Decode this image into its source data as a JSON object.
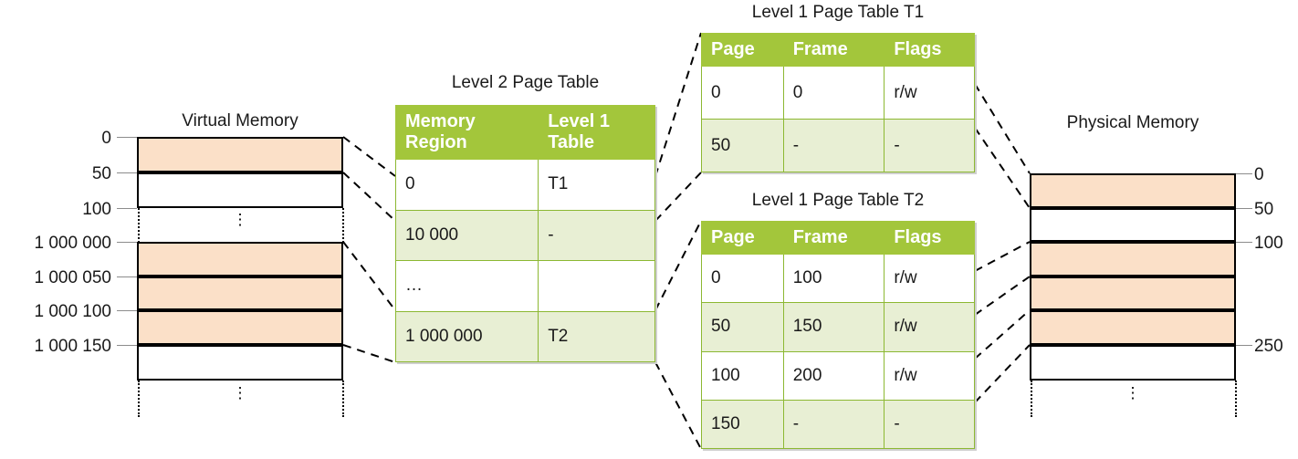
{
  "virtual_memory": {
    "title": "Virtual Memory",
    "ticks": [
      "0",
      "50",
      "100",
      "1 000 000",
      "1 000 050",
      "1 000 100",
      "1 000 150"
    ],
    "blocks": [
      {
        "label": "0-50",
        "filled": true
      },
      {
        "label": "50-100",
        "filled": false
      },
      {
        "label": "1000000-1000050",
        "filled": true
      },
      {
        "label": "1000050-1000100",
        "filled": true
      },
      {
        "label": "1000100-1000150",
        "filled": true
      },
      {
        "label": "1000150-end",
        "filled": false
      }
    ],
    "ellipsis": "⋮"
  },
  "physical_memory": {
    "title": "Physical Memory",
    "ticks": [
      "0",
      "50",
      "100",
      "250"
    ],
    "blocks": [
      {
        "label": "0-50",
        "filled": true
      },
      {
        "label": "50-100",
        "filled": false
      },
      {
        "label": "100-150",
        "filled": true
      },
      {
        "label": "150-200",
        "filled": true
      },
      {
        "label": "200-250",
        "filled": true
      },
      {
        "label": "250-end",
        "filled": false
      }
    ],
    "ellipsis": "⋮"
  },
  "level2_table": {
    "title": "Level 2 Page Table",
    "headers": [
      "Memory\nRegion",
      "Level 1\nTable"
    ],
    "header_line1": [
      "Memory",
      "Level 1"
    ],
    "header_line2": [
      "Region",
      "Table"
    ],
    "rows": [
      [
        "0",
        "T1"
      ],
      [
        "10 000",
        "-"
      ],
      [
        "…",
        ""
      ],
      [
        "1 000 000",
        "T2"
      ]
    ]
  },
  "level1_table_t1": {
    "title": "Level 1 Page Table T1",
    "headers": [
      "Page",
      "Frame",
      "Flags"
    ],
    "rows": [
      [
        "0",
        "0",
        "r/w"
      ],
      [
        "50",
        "-",
        "-"
      ]
    ]
  },
  "level1_table_t2": {
    "title": "Level 1 Page Table T2",
    "headers": [
      "Page",
      "Frame",
      "Flags"
    ],
    "rows": [
      [
        "0",
        "100",
        "r/w"
      ],
      [
        "50",
        "150",
        "r/w"
      ],
      [
        "100",
        "200",
        "r/w"
      ],
      [
        "150",
        "-",
        "-"
      ]
    ]
  },
  "colors": {
    "header_green": "#a3c63b",
    "row_alt_green": "#e8efd4",
    "memory_fill": "#fbe0c8",
    "border_green": "#8cb832",
    "text": "#1a1a1a",
    "tick_line": "#8c8c8c"
  }
}
